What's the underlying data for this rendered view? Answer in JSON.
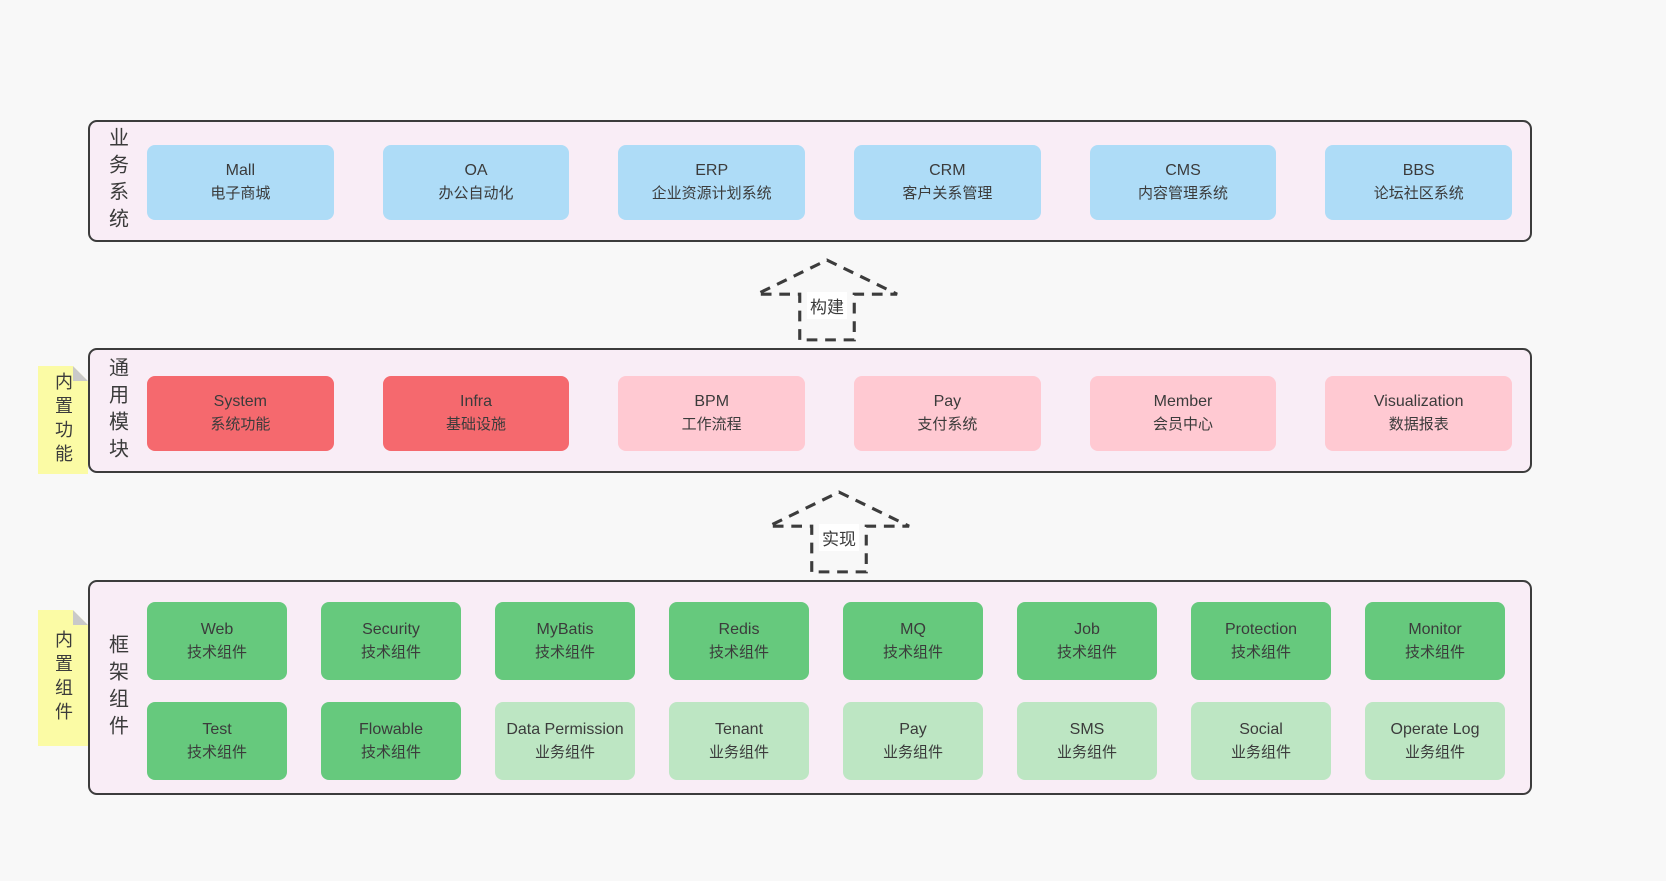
{
  "page": {
    "background": "#f8f8f8"
  },
  "colors": {
    "section_fill": "#f9edf6",
    "section_border": "#3c3c3c",
    "blue": "#aedcf7",
    "red": "#f5696e",
    "pink": "#ffc9d2",
    "green": "#66c97d",
    "light_green": "#bde6c3",
    "note_yellow": "#fbfba5",
    "note_fold": "#c9c9c9",
    "text": "#3b3b3b"
  },
  "sections": [
    {
      "id": "business-systems",
      "label": "业务系统",
      "rows": [
        [
          {
            "name": "Mall",
            "desc": "电子商城",
            "variant": "blue"
          },
          {
            "name": "OA",
            "desc": "办公自动化",
            "variant": "blue"
          },
          {
            "name": "ERP",
            "desc": "企业资源计划系统",
            "variant": "blue"
          },
          {
            "name": "CRM",
            "desc": "客户关系管理",
            "variant": "blue"
          },
          {
            "name": "CMS",
            "desc": "内容管理系统",
            "variant": "blue"
          },
          {
            "name": "BBS",
            "desc": "论坛社区系统",
            "variant": "blue"
          }
        ]
      ]
    },
    {
      "id": "common-modules",
      "label": "通用模块",
      "note": "内置功能",
      "rows": [
        [
          {
            "name": "System",
            "desc": "系统功能",
            "variant": "red"
          },
          {
            "name": "Infra",
            "desc": "基础设施",
            "variant": "red"
          },
          {
            "name": "BPM",
            "desc": "工作流程",
            "variant": "pink"
          },
          {
            "name": "Pay",
            "desc": "支付系统",
            "variant": "pink"
          },
          {
            "name": "Member",
            "desc": "会员中心",
            "variant": "pink"
          },
          {
            "name": "Visualization",
            "desc": "数据报表",
            "variant": "pink"
          }
        ]
      ]
    },
    {
      "id": "framework-components",
      "label": "框架组件",
      "note": "内置组件",
      "rows": [
        [
          {
            "name": "Web",
            "desc": "技术组件",
            "variant": "green"
          },
          {
            "name": "Security",
            "desc": "技术组件",
            "variant": "green"
          },
          {
            "name": "MyBatis",
            "desc": "技术组件",
            "variant": "green"
          },
          {
            "name": "Redis",
            "desc": "技术组件",
            "variant": "green"
          },
          {
            "name": "MQ",
            "desc": "技术组件",
            "variant": "green"
          },
          {
            "name": "Job",
            "desc": "技术组件",
            "variant": "green"
          },
          {
            "name": "Protection",
            "desc": "技术组件",
            "variant": "green"
          },
          {
            "name": "Monitor",
            "desc": "技术组件",
            "variant": "green"
          }
        ],
        [
          {
            "name": "Test",
            "desc": "技术组件",
            "variant": "green"
          },
          {
            "name": "Flowable",
            "desc": "技术组件",
            "variant": "green"
          },
          {
            "name": "Data Permission",
            "desc": "业务组件",
            "variant": "light_green"
          },
          {
            "name": "Tenant",
            "desc": "业务组件",
            "variant": "light_green"
          },
          {
            "name": "Pay",
            "desc": "业务组件",
            "variant": "light_green"
          },
          {
            "name": "SMS",
            "desc": "业务组件",
            "variant": "light_green"
          },
          {
            "name": "Social",
            "desc": "业务组件",
            "variant": "light_green"
          },
          {
            "name": "Operate Log",
            "desc": "业务组件",
            "variant": "light_green"
          }
        ]
      ]
    }
  ],
  "arrows": [
    {
      "label": "构建"
    },
    {
      "label": "实现"
    }
  ]
}
